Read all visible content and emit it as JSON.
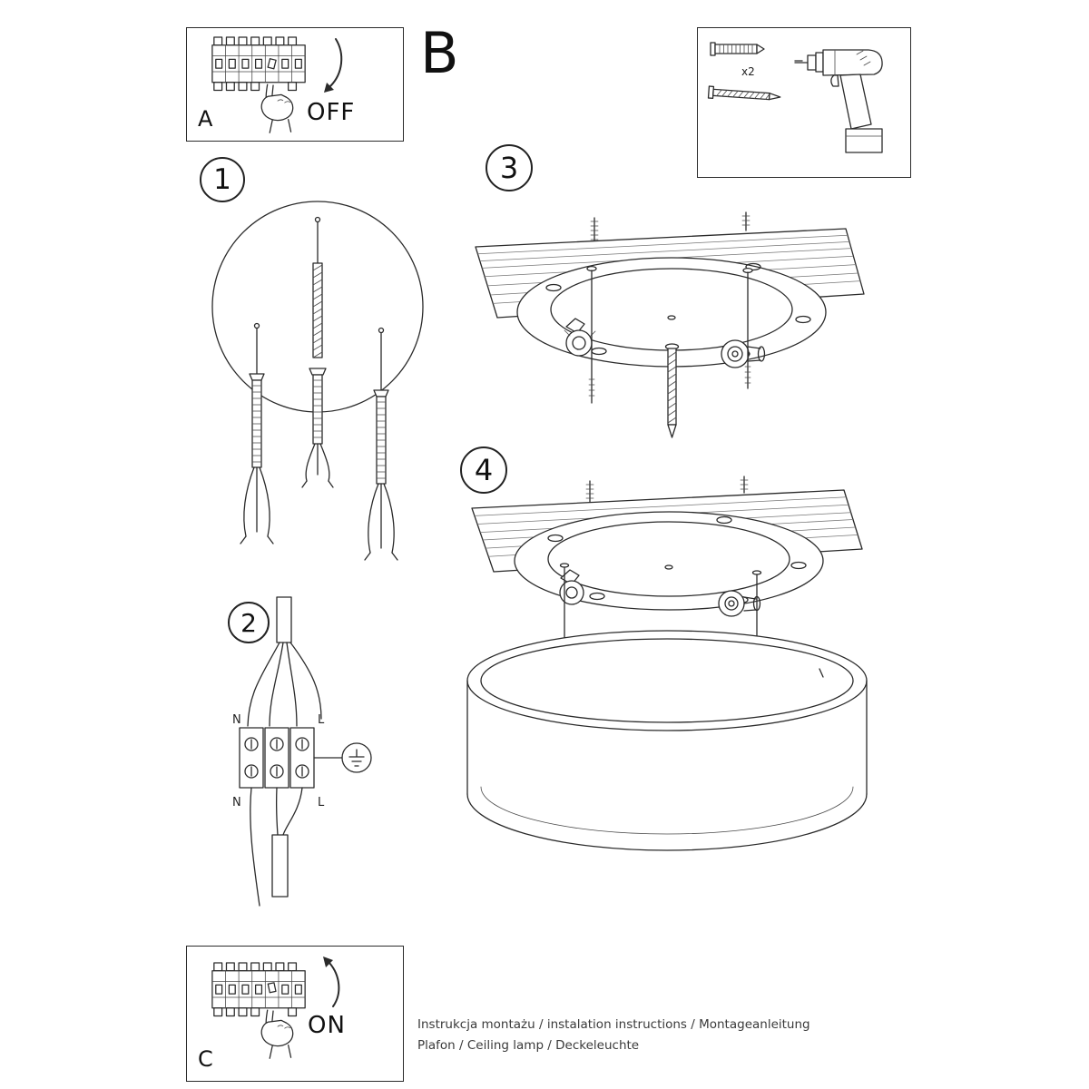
{
  "panels": {
    "a": {
      "label": "A",
      "state": "OFF"
    },
    "b": {
      "label": "B"
    },
    "c": {
      "label": "C",
      "state": "ON"
    },
    "tools": {
      "plug_count": "x2"
    }
  },
  "steps": {
    "s1": {
      "number": "1"
    },
    "s2": {
      "number": "2"
    },
    "s3": {
      "number": "3"
    },
    "s4": {
      "number": "4"
    }
  },
  "wiring": {
    "n_top": "N",
    "l_top": "L",
    "n_bottom": "N",
    "l_bottom": "L"
  },
  "footer": {
    "line1": "Instrukcja montażu / instalation instructions / Montageanleitung",
    "line2": "Plafon / Ceiling lamp / Deckeleuchte"
  },
  "icons": {
    "circuit-breaker-icon": "line-drawing of fuse box",
    "hand-icon": "pointing hand",
    "arrow-down-icon": "curved arrow down",
    "arrow-up-icon": "curved arrow up",
    "wall-plug-icon": "expansion wall plug",
    "screw-icon": "threaded screw",
    "drill-icon": "power drill",
    "ground-symbol-icon": "earth ground symbol"
  },
  "colors": {
    "line": "#2a2a2a",
    "background": "#ffffff"
  }
}
